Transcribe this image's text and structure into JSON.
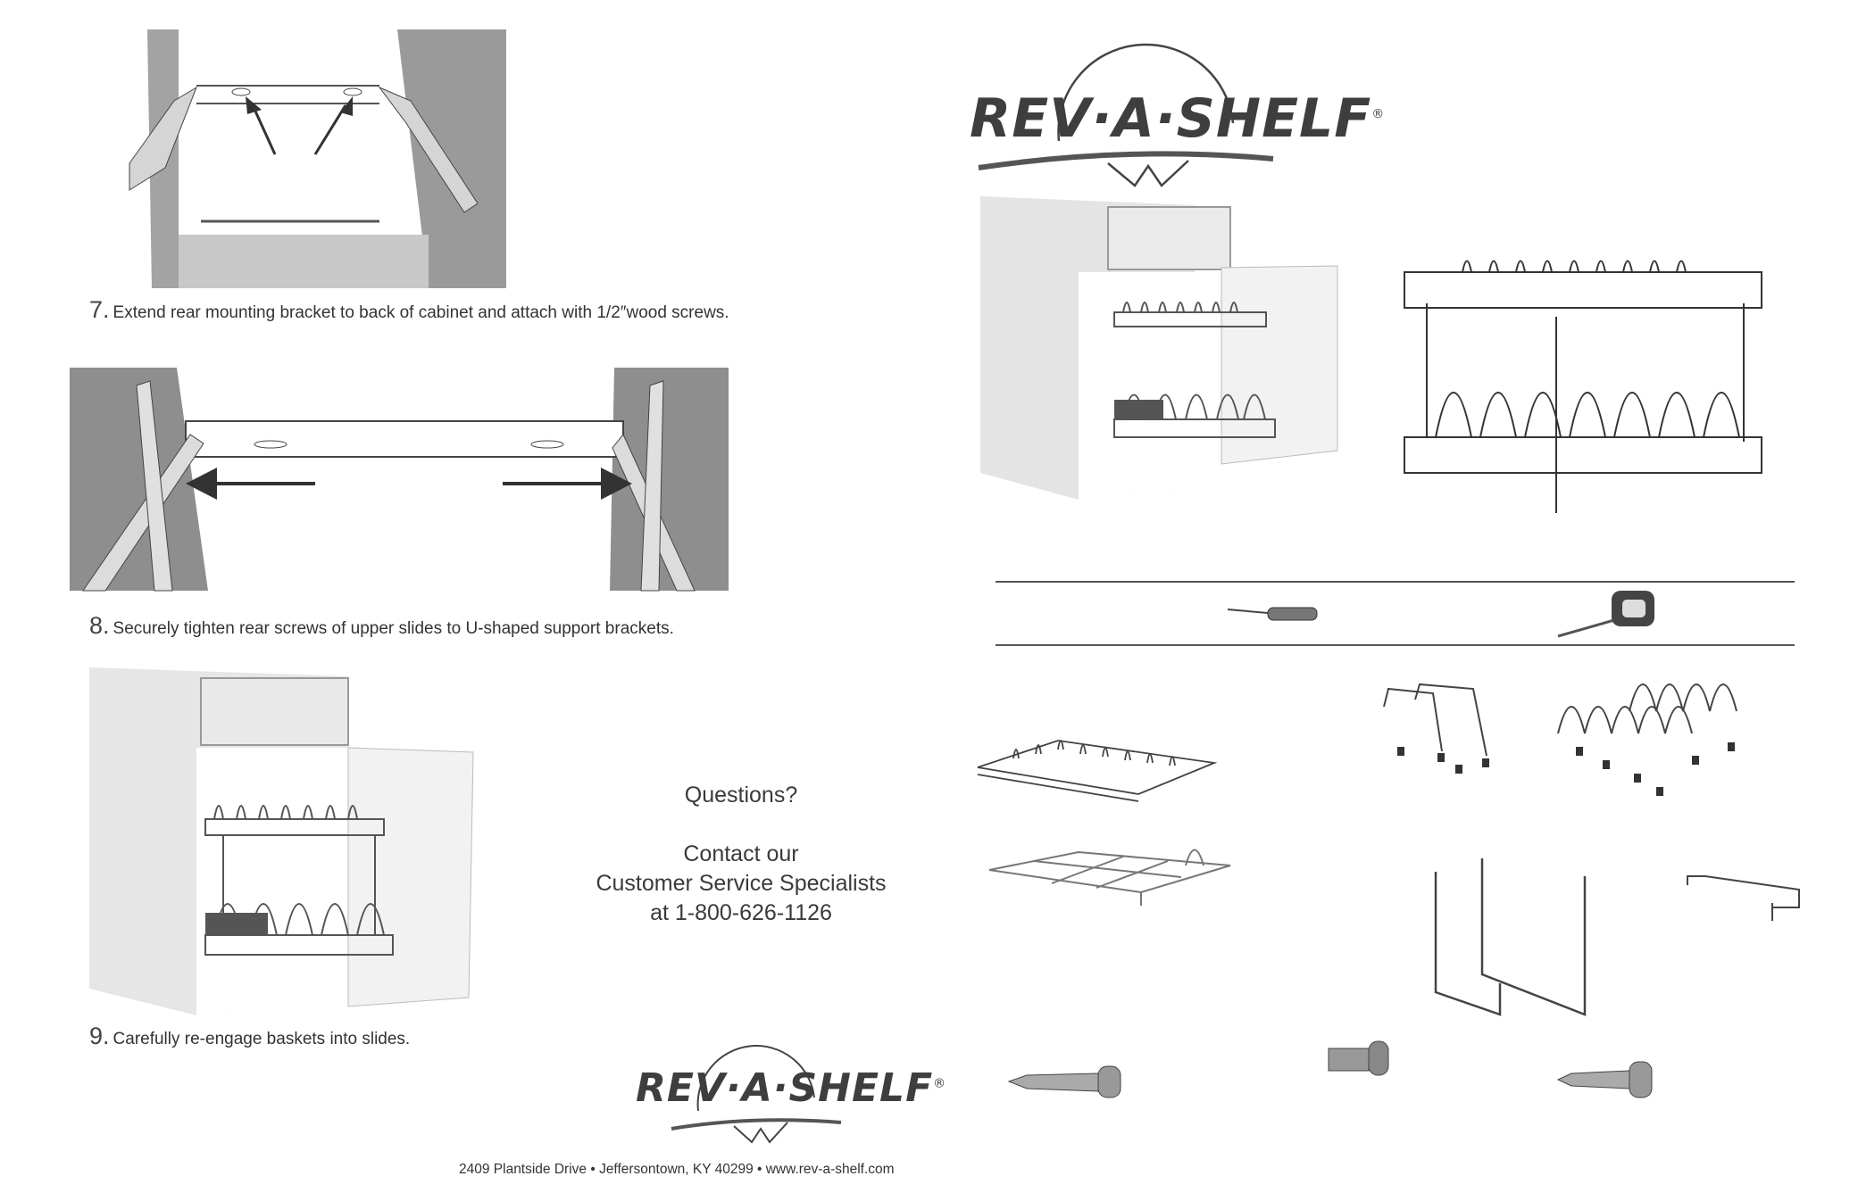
{
  "brand": {
    "name": "REV·A·SHELF",
    "registered_mark": "®"
  },
  "steps": [
    {
      "number": "7.",
      "text": "Extend rear mounting bracket to back of cabinet and attach with 1/2″wood screws."
    },
    {
      "number": "8.",
      "text": "Securely tighten rear screws of upper slides to U-shaped support brackets."
    },
    {
      "number": "9.",
      "text": "Carefully re-engage baskets into slides."
    }
  ],
  "contact": {
    "line1": "Questions?",
    "line2": "Contact our",
    "line3": "Customer Service Specialists",
    "line4": "at 1-800-626-1126"
  },
  "footer": {
    "address": "2409 Plantside Drive • Jeffersontown, KY 40299 • www.rev-a-shelf.com"
  },
  "icons": [
    "cabinet-interior-illustration",
    "rear-bracket-illustration",
    "installed-unit-illustration",
    "cabinet-illustration",
    "product-illustration",
    "screwdriver-icon",
    "tape-measure-icon",
    "upper-basket-illustration",
    "small-divider-illustration",
    "large-divider-illustration",
    "lower-basket-illustration",
    "u-bracket-illustration",
    "mounting-bracket-illustration",
    "wood-screw-icon",
    "machine-screw-icon"
  ]
}
